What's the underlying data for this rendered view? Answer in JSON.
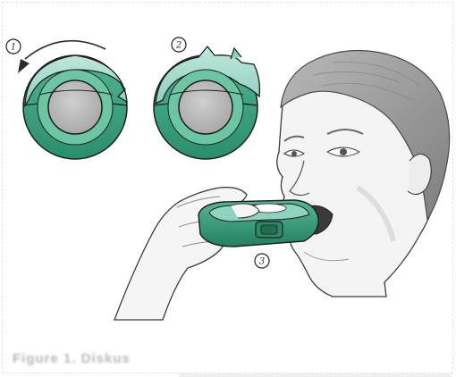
{
  "figure": {
    "steps": [
      {
        "label": "1"
      },
      {
        "label": "2"
      },
      {
        "label": "3"
      }
    ],
    "caption": "Figure 1. Diskus"
  },
  "colors": {
    "device_dark": "#2e9a78",
    "device_mid": "#56b996",
    "device_light": "#a8dccf",
    "center_disc": "#bdbdbd",
    "outline": "#1e1e1e",
    "skin": "#f2f2f2",
    "hair": "#9a9a9a"
  }
}
